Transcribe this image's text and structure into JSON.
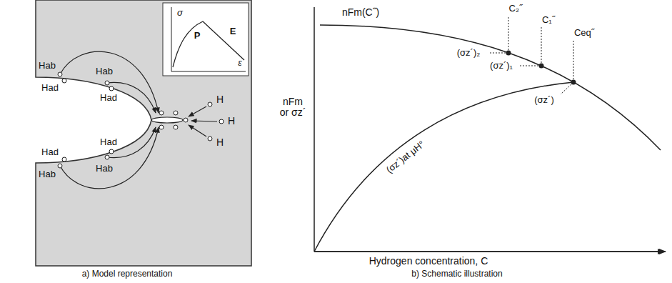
{
  "diagram": {
    "labels": [
      "σ",
      "P",
      "E",
      "ε",
      "Hab",
      "Had",
      "Hab",
      "Had",
      "Had",
      "Hab",
      "Had",
      "Hab",
      "H",
      "H",
      "H",
      "a) Model representation",
      "nFm(C˝)",
      "C₂˝",
      "C₁˝",
      "Ceq˝",
      "(σz´)₂",
      "(σz´)₁",
      "(σz´)",
      "nFm or σz´",
      "(σz´)at μH°",
      "Hydrogen concentration, C",
      "b) Schematic illustration"
    ]
  }
}
